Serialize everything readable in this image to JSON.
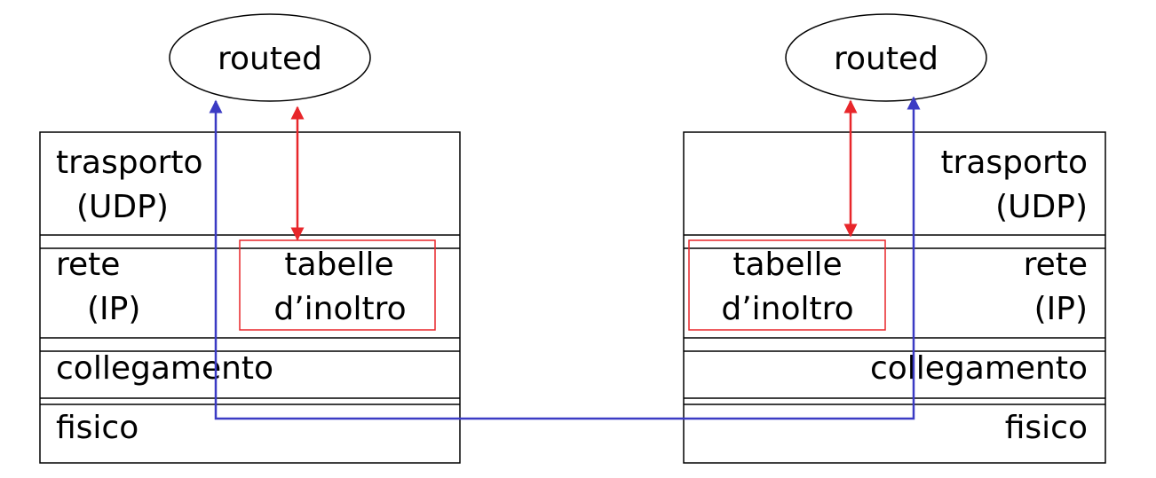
{
  "diagram": {
    "left_host": {
      "daemon": "routed",
      "layers": {
        "transport": {
          "name": "trasporto",
          "protocol": "(UDP)"
        },
        "network": {
          "name": "rete",
          "protocol": "(IP)"
        },
        "link": {
          "name": "collegamento"
        },
        "physical": {
          "name": "fisico"
        }
      },
      "table": {
        "line1": "tabelle",
        "line2": "d’inoltro"
      }
    },
    "right_host": {
      "daemon": "routed",
      "layers": {
        "transport": {
          "name": "trasporto",
          "protocol": "(UDP)"
        },
        "network": {
          "name": "rete",
          "protocol": "(IP)"
        },
        "link": {
          "name": "collegamento"
        },
        "physical": {
          "name": "fisico"
        }
      },
      "table": {
        "line1": "tabelle",
        "line2": "d’inoltro"
      }
    },
    "colors": {
      "box_border": "#000000",
      "table_border": "#e8262a",
      "table_arrow": "#e8262a",
      "communication_path": "#3b3bc4"
    }
  }
}
